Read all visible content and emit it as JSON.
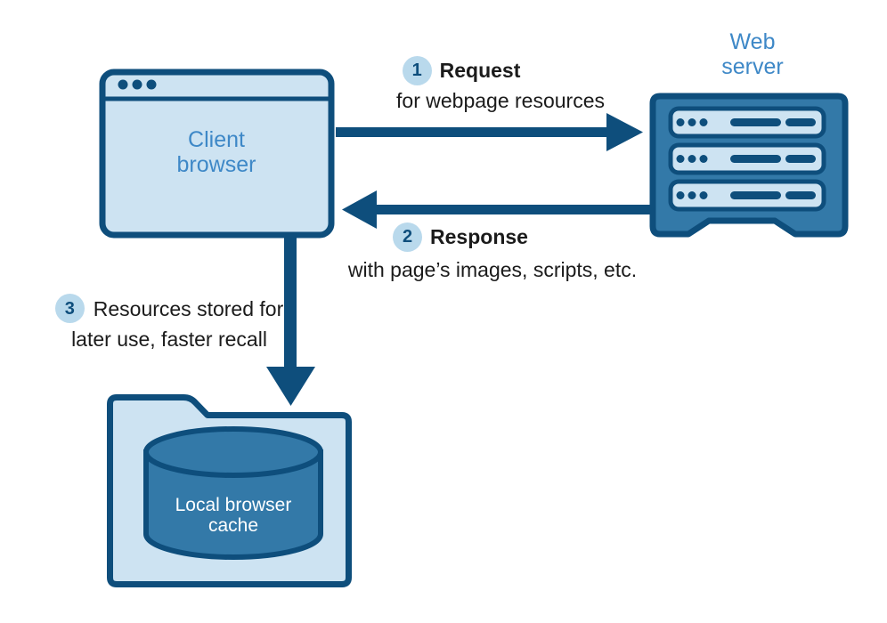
{
  "diagram": {
    "nodes": {
      "client_browser": {
        "label": "Client browser",
        "icon": "browser-window-icon"
      },
      "web_server": {
        "label": "Web server",
        "icon": "server-rack-icon"
      },
      "local_cache": {
        "label": "Local browser cache",
        "icon": "folder-database-icon"
      }
    },
    "steps": [
      {
        "number": "1",
        "title": "Request",
        "description": "for webpage resources"
      },
      {
        "number": "2",
        "title": "Response",
        "description": "with page’s images, scripts, etc."
      },
      {
        "number": "3",
        "description": "Resources stored for\nlater use, faster recall"
      }
    ],
    "colors": {
      "outline_navy": "#0e4e7c",
      "fill_light_blue": "#cde3f2",
      "fill_mid_blue": "#3379a8",
      "label_blue": "#3e88c7",
      "badge_background": "#b9d9ec",
      "text_dark": "#1b1b1b",
      "background": "#ffffff"
    }
  }
}
